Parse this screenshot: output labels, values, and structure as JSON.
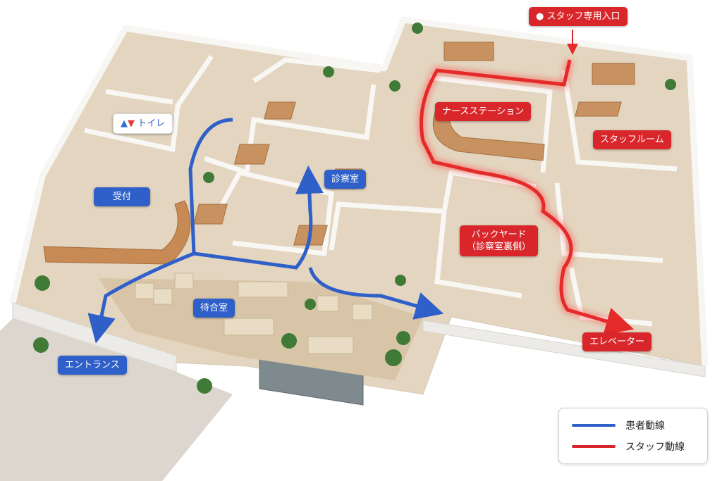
{
  "labels": {
    "staff_entrance": "スタッフ専用入口",
    "toilet": "トイレ",
    "reception": "受付",
    "exam_room": "診察室",
    "nurse_station": "ナースステーション",
    "staff_room": "スタッフルーム",
    "backyard_line1": "バックヤード",
    "backyard_line2": "（診察室裏側）",
    "waiting_room": "待合室",
    "entrance": "エントランス",
    "elevator": "エレベーター"
  },
  "legend": {
    "patient": "患者動線",
    "staff": "スタッフ動線"
  },
  "colors": {
    "patient_route": "#2f5fc8",
    "staff_route": "#d8262b",
    "floor": "#d9c7ad",
    "wall": "#f4f2ee"
  },
  "icons": {
    "staff_entrance": "person-icon",
    "toilet": "restroom-icon"
  }
}
